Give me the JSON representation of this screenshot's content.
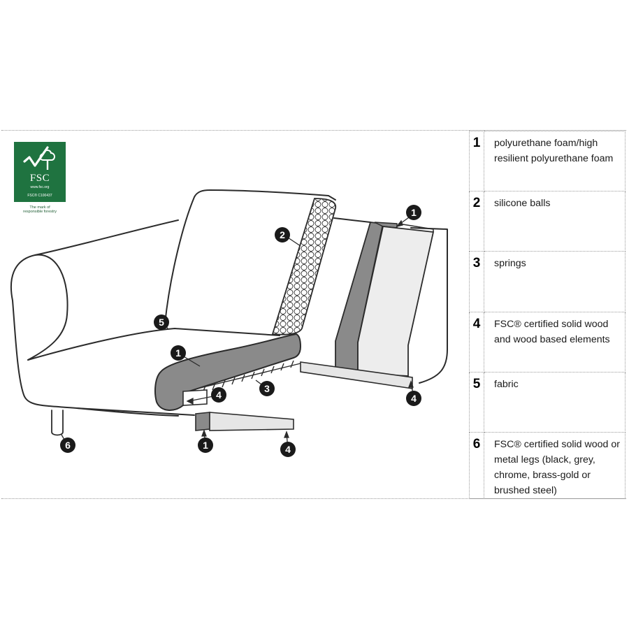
{
  "logo": {
    "brand": "FSC",
    "website": "www.fsc.org",
    "code": "FSC® C100437",
    "tagline_1": "The mark of",
    "tagline_2": "responsible forestry"
  },
  "callouts": {
    "c1_top": "1",
    "c2": "2",
    "c5": "5",
    "c1_seat": "1",
    "c4_left": "4",
    "c3": "3",
    "c4_right": "4",
    "c6": "6",
    "c1_bottom": "1",
    "c4_bottom": "4"
  },
  "legend": [
    {
      "number": "1",
      "text": "polyurethane foam/high resilient polyurethane foam"
    },
    {
      "number": "2",
      "text": "silicone balls"
    },
    {
      "number": "3",
      "text": "springs"
    },
    {
      "number": "4",
      "text": "FSC® certified solid wood and wood based elements"
    },
    {
      "number": "5",
      "text": "fabric"
    },
    {
      "number": "6",
      "text": "FSC® certified solid wood or metal legs (black, grey, chrome, brass-gold or brushed steel)"
    }
  ],
  "colors": {
    "logo_green": "#1f7340",
    "foam_gray": "#8a8a8a",
    "light_gray": "#e3e3e3"
  }
}
